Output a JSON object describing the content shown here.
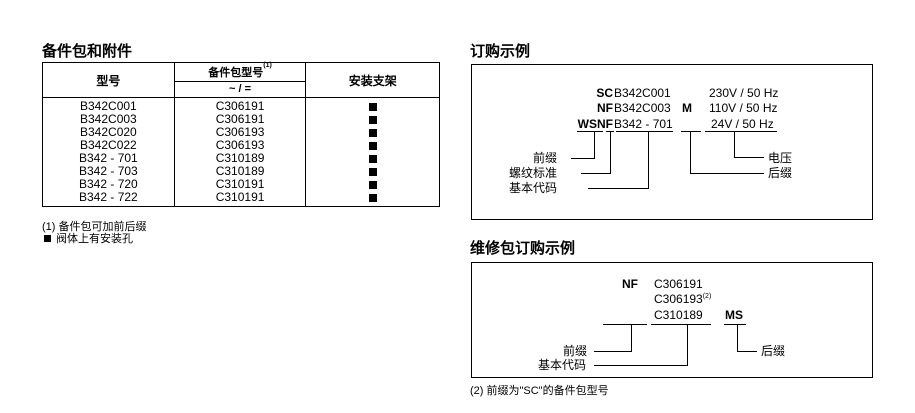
{
  "left": {
    "title": "备件包和附件",
    "table": {
      "col_model": "型号",
      "col_kit": "备件包型号",
      "col_kit_note": "(1)",
      "col_kit_sub": "~ / =",
      "col_bracket": "安装支架",
      "rows": [
        {
          "model": "B342C001",
          "kit": "C306191"
        },
        {
          "model": "B342C003",
          "kit": "C306191"
        },
        {
          "model": "B342C020",
          "kit": "C306193"
        },
        {
          "model": "B342C022",
          "kit": "C306193"
        },
        {
          "model": "B342 - 701",
          "kit": "C310189"
        },
        {
          "model": "B342 - 703",
          "kit": "C310189"
        },
        {
          "model": "B342 - 720",
          "kit": "C310191"
        },
        {
          "model": "B342 - 722",
          "kit": "C310191"
        }
      ]
    },
    "note1": "(1) 备件包可加前后缀",
    "note2": "阀体上有安装孔"
  },
  "order": {
    "title": "订购示例",
    "lines": [
      {
        "prefix": "SC",
        "code": "B342C001",
        "suffix": "",
        "voltage": "230V / 50 Hz"
      },
      {
        "prefix": "NF",
        "code": "B342C003",
        "suffix": "M",
        "voltage": "110V / 50 Hz"
      },
      {
        "prefix": "WSNF",
        "code": "B342 - 701",
        "suffix": "",
        "voltage": "24V / 50 Hz"
      }
    ],
    "labels": {
      "prefix": "前缀",
      "thread": "螺纹标准",
      "base": "基本代码",
      "voltage": "电压",
      "suffix": "后缀"
    }
  },
  "repair": {
    "title": "维修包订购示例",
    "prefix": "NF",
    "codes": [
      "C306191",
      "C306193",
      "C310189"
    ],
    "code2_note": "(2)",
    "suffix": "MS",
    "labels": {
      "prefix": "前缀",
      "base": "基本代码",
      "suffix": "后缀"
    },
    "note": "(2) 前缀为\"SC\"的备件包型号"
  }
}
